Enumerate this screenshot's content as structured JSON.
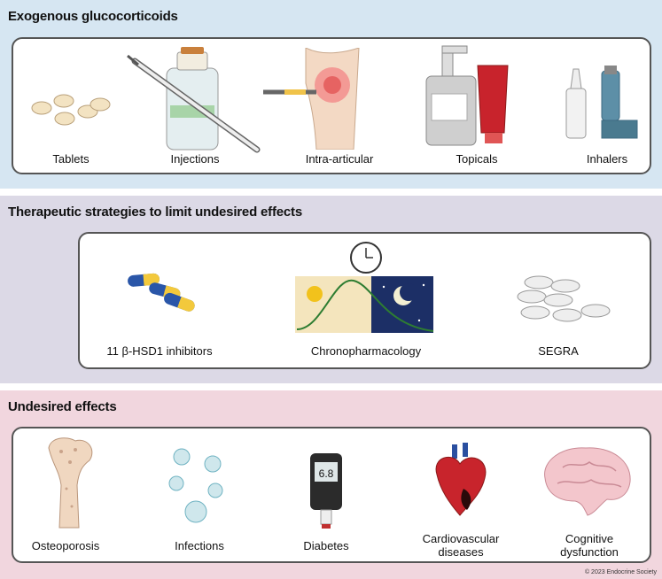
{
  "sections": {
    "exogenous": {
      "title": "Exogenous glucocorticoids",
      "items": [
        "Tablets",
        "Injections",
        "Intra-articular",
        "Topicals",
        "Inhalers"
      ]
    },
    "therapeutic": {
      "title": "Therapeutic strategies to limit undesired effects",
      "items": [
        "11 β-HSD1 inhibitors",
        "Chronopharmacology",
        "SEGRA"
      ]
    },
    "undesired": {
      "title": "Undesired effects",
      "items": [
        "Osteoporosis",
        "Infections",
        "Diabetes",
        "Cardiovascular diseases",
        "Cognitive dysfunction"
      ]
    }
  },
  "glucometer_reading": "6.8",
  "credit": "© 2023 Endocrine Society",
  "colors": {
    "blue_band": "#d6e6f2",
    "purple_band": "#dcd9e6",
    "pink_band": "#f1d6de"
  }
}
